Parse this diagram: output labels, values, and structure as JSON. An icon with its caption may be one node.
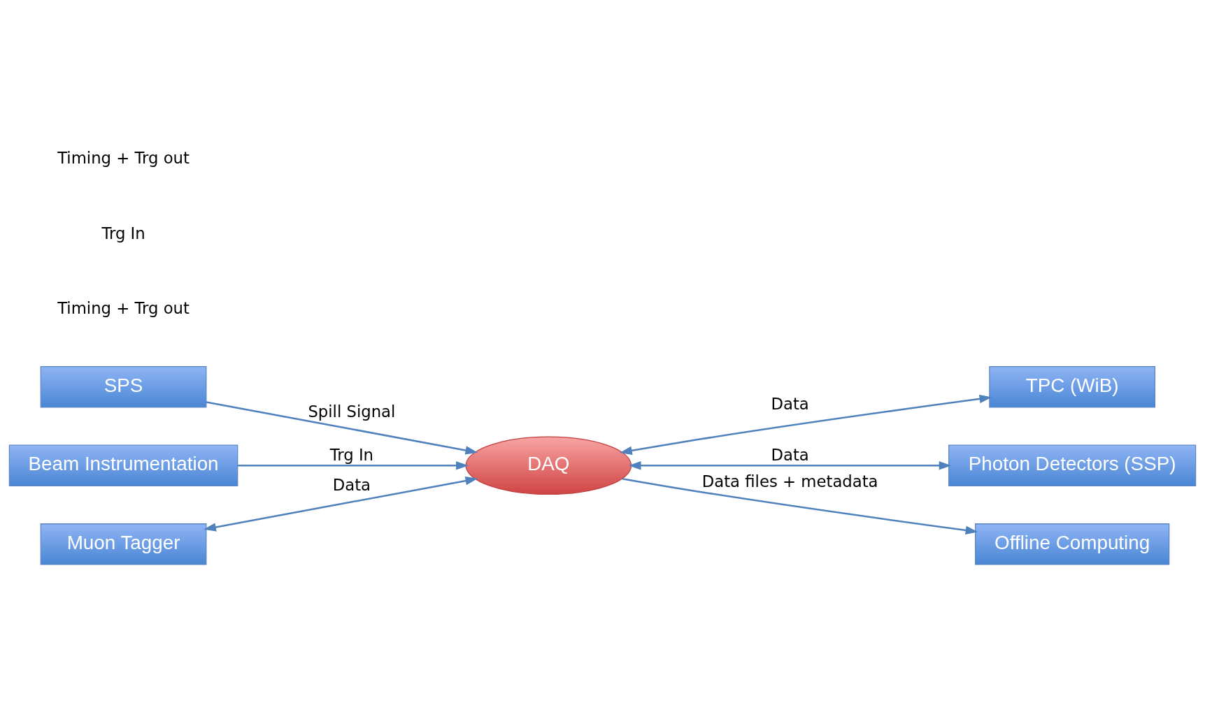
{
  "diagram": {
    "nodes": [
      {
        "text": [
          "SPS"
        ]
      },
      {
        "text": [
          "TPC (WiB)"
        ]
      },
      {
        "text": [
          "Photon Detectors (SSP)"
        ]
      },
      {
        "text": [
          "Beam Instrumentation"
        ]
      },
      {
        "text": [
          "DAQ"
        ]
      },
      {
        "text": [
          "Muon Tagger"
        ]
      },
      {
        "text": [
          "Offline Computing"
        ]
      }
    ],
    "edges": [
      {
        "from": 0,
        "to": 4,
        "arrow": "to",
        "label": "Spill Signal"
      },
      {
        "from": 4,
        "to": 1,
        "arrow": "both",
        "label": "Data"
      },
      {
        "from": 4,
        "to": 2,
        "arrow": "both",
        "label": "Data"
      },
      {
        "from": 3,
        "to": 4,
        "arrow": "to",
        "label": "Trg In"
      },
      {
        "from": 4,
        "to": 5,
        "arrow": "both",
        "label": "Data"
      },
      {
        "from": 4,
        "to": 6,
        "arrow": "to",
        "label": "Data files + metadata"
      }
    ],
    "labels": [
      "Timing + Trg out",
      "Trg In",
      "Timing + Trg out"
    ]
  }
}
